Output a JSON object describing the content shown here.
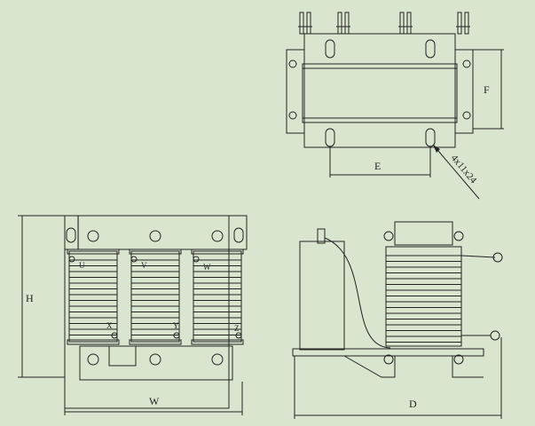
{
  "labels": {
    "height": "H",
    "width": "W",
    "depth": "D",
    "E": "E",
    "F": "F",
    "mounting_hole": "4x11x24"
  },
  "terminals": [
    "U",
    "V",
    "W",
    "X",
    "Y",
    "Z"
  ],
  "colors": {
    "background": "#d9e5cf",
    "line": "#222222"
  }
}
